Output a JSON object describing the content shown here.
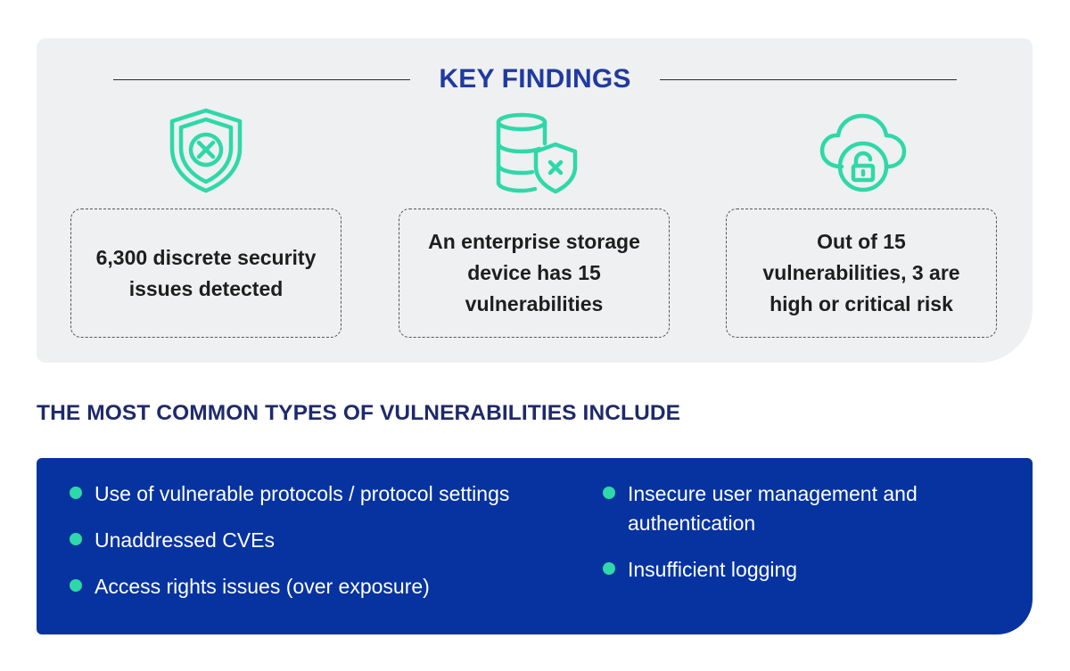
{
  "key_findings": {
    "title": "KEY FINDINGS",
    "items": [
      {
        "icon": "shield-x-icon",
        "text": "6,300 discrete security issues detected"
      },
      {
        "icon": "database-shield-icon",
        "text": "An enterprise storage device has 15 vulnerabilities"
      },
      {
        "icon": "cloud-lock-icon",
        "text": "Out of 15 vulnerabilities, 3 are high or critical risk"
      }
    ]
  },
  "vulnerabilities": {
    "heading": "THE MOST COMMON TYPES OF VULNERABILITIES INCLUDE",
    "left": [
      "Use of vulnerable protocols / protocol settings",
      "Unaddressed CVEs",
      "Access rights issues (over exposure)"
    ],
    "right": [
      "Insecure user management and authentication",
      "Insufficient logging"
    ]
  },
  "colors": {
    "accent_green": "#2fd8a8",
    "title_blue": "#1f3aa0",
    "panel_blue": "#0633a0",
    "panel_gray": "#eef0f1"
  }
}
